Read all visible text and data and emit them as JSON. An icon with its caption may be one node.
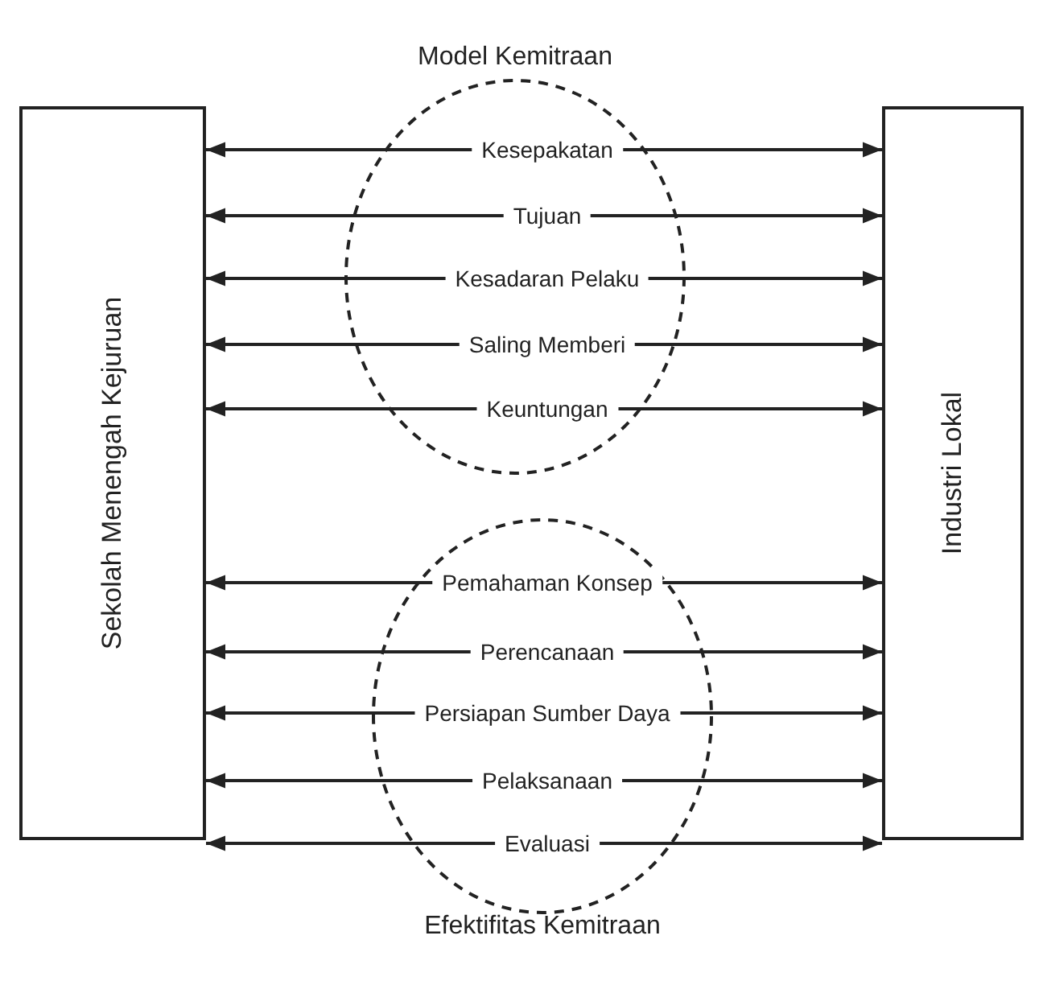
{
  "diagram": {
    "nodes": [
      {
        "text": [
          "Sekolah Menengah Kejuruan"
        ]
      },
      {
        "text": [
          "Industri Lokal"
        ]
      }
    ],
    "edges": [
      {
        "from": 0,
        "to": 1,
        "arrow": "both",
        "label": "Kesepakatan"
      },
      {
        "from": 0,
        "to": 1,
        "arrow": "both",
        "label": "Tujuan"
      },
      {
        "from": 0,
        "to": 1,
        "arrow": "both",
        "label": "Kesadaran Pelaku"
      },
      {
        "from": 0,
        "to": 1,
        "arrow": "both",
        "label": "Saling Memberi"
      },
      {
        "from": 0,
        "to": 1,
        "arrow": "both",
        "label": "Keuntungan"
      },
      {
        "from": 0,
        "to": 1,
        "arrow": "both",
        "label": "Pemahaman Konsep"
      },
      {
        "from": 0,
        "to": 1,
        "arrow": "both",
        "label": "Perencanaan"
      },
      {
        "from": 0,
        "to": 1,
        "arrow": "both",
        "label": "Persiapan Sumber Daya"
      },
      {
        "from": 0,
        "to": 1,
        "arrow": "both",
        "label": "Pelaksanaan"
      },
      {
        "from": 0,
        "to": 1,
        "arrow": "both",
        "label": "Evaluasi"
      }
    ],
    "labels": [
      "Model Kemitraan",
      "Efektifitas Kemitraan"
    ]
  }
}
